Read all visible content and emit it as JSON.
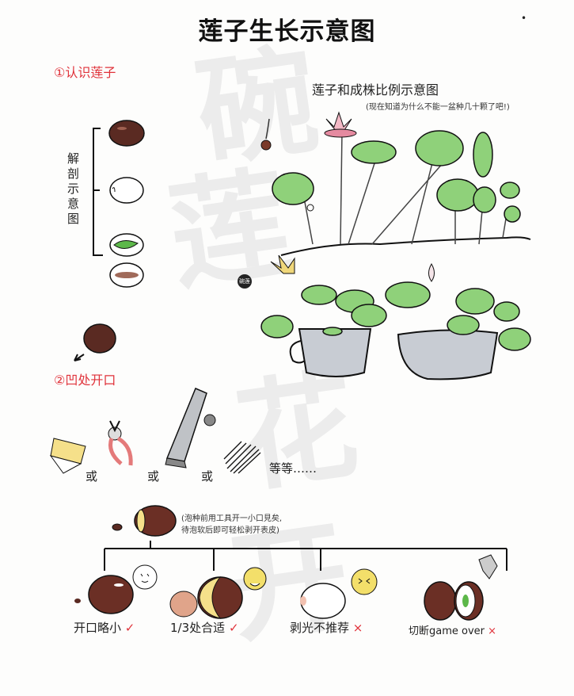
{
  "title": "莲子生长示意图",
  "watermark": [
    "碗",
    "莲",
    "花",
    "开"
  ],
  "dot": "•",
  "section1": {
    "label": "①认识莲子",
    "anatomy_label": "解剖示意图",
    "stages": [
      "whole-seed",
      "peeled-seed",
      "seed-with-embryo",
      "seed-cross-section"
    ]
  },
  "proportion": {
    "heading": "莲子和成株比例示意图",
    "note": "(现在知道为什么不能一盆种几十颗了吧!)"
  },
  "seal": "碗莲",
  "section2": {
    "label": "②凹处开口",
    "tools": [
      {
        "name": "sandpaper-block",
        "sep": "或"
      },
      {
        "name": "pliers",
        "sep": "或"
      },
      {
        "name": "nail-clipper",
        "sep": "或"
      },
      {
        "name": "file",
        "sep": ""
      }
    ],
    "etc": "等等……",
    "tip_line1": "(泡种前用工具开一小口見矣,",
    "tip_line2": "待泡软后即可轻松剥开表皮)"
  },
  "outcomes": [
    {
      "label": "开口略小",
      "mark": "✓",
      "mark_color": "#e0323a"
    },
    {
      "label": "1/3处合适",
      "mark": "✓",
      "mark_color": "#e0323a"
    },
    {
      "label": "剥光不推荐",
      "mark": "×",
      "mark_color": "#e0323a"
    },
    {
      "label": "切断game over",
      "mark": "×",
      "mark_color": "#e0323a"
    }
  ],
  "colors": {
    "accent_red": "#e0323a",
    "seed_brown": "#6b2f25",
    "leaf_green": "#8fd17a",
    "lotus_pink": "#e58aa0",
    "lotus_yellow": "#f0d77a",
    "water_gray": "#b9bec6",
    "face_yellow": "#f3df6a"
  }
}
